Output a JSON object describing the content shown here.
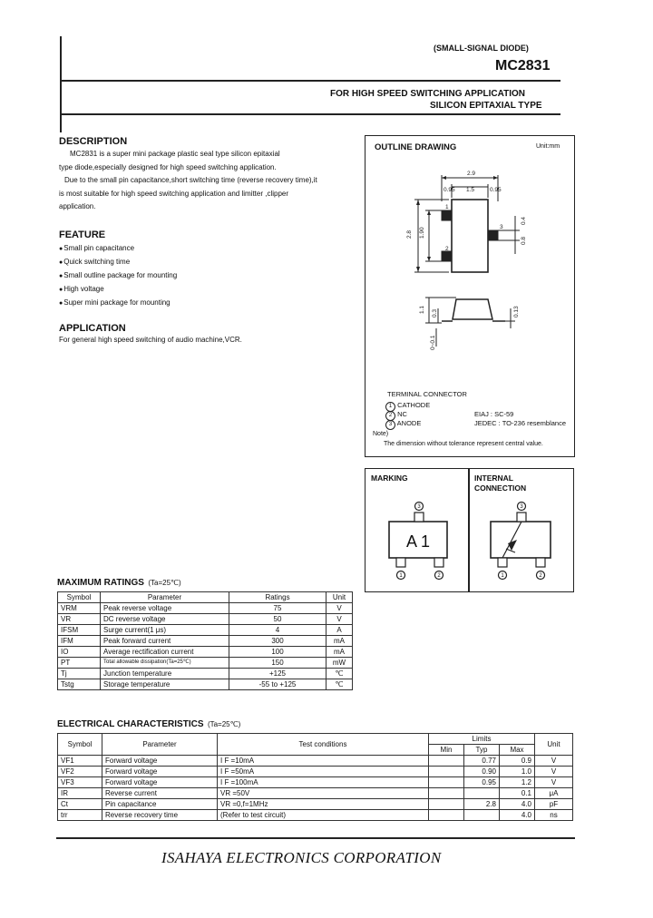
{
  "header": {
    "category": "(SMALL-SIGNAL DIODE)",
    "part_number": "MC2831",
    "application_line": "FOR HIGH SPEED SWITCHING APPLICATION",
    "type_line": "SILICON EPITAXIAL TYPE"
  },
  "description": {
    "title": "DESCRIPTION",
    "lines": [
      "MC2831 is a super mini package plastic seal type silicon epitaxial",
      "type diode,especially designed for high speed switching application.",
      "Due to the small pin capacitance,short switching time (reverse recovery time),it",
      "is most suitable for high speed switching application and limitter ,clipper",
      "application."
    ]
  },
  "feature": {
    "title": "FEATURE",
    "items": [
      "Small pin capacitance",
      "Quick switching time",
      "Small outline package for mounting",
      "High voltage",
      "Super mini package for mounting"
    ]
  },
  "application": {
    "title": "APPLICATION",
    "text": "For general high speed switching of audio machine,VCR."
  },
  "outline": {
    "title": "OUTLINE DRAWING",
    "unit": "Unit:mm",
    "dims": {
      "overall_width": "2.9",
      "pitch_left": "0.95",
      "center": "1.5",
      "pitch_right": "0.95",
      "body_height": "1.90",
      "overall_height": "2.8",
      "lead_width": "0.4",
      "lead_height": "0.8",
      "pkg_height": "1.1",
      "standoff": "0.3",
      "thickness": "0.13",
      "foot": "0~0.1"
    },
    "pin_labels": [
      "1",
      "2",
      "3"
    ],
    "terminal_title": "TERMINAL CONNECTOR",
    "terminals": [
      {
        "num": "1",
        "name": "CATHODE",
        "std": ""
      },
      {
        "num": "2",
        "name": "NC",
        "std": "EIAJ : SC-59"
      },
      {
        "num": "3",
        "name": "ANODE",
        "std": "JEDEC : TO-236 resemblance"
      }
    ],
    "note_label": "Note)",
    "note_text": "The dimension without tolerance represent central value."
  },
  "marking": {
    "title": "MARKING",
    "code": "A 1",
    "pins": [
      "3",
      "1",
      "2"
    ]
  },
  "internal": {
    "title_line1": "INTERNAL",
    "title_line2": "CONNECTION",
    "pins": [
      "3",
      "1",
      "2"
    ]
  },
  "max_ratings": {
    "title": "MAXIMUM RATINGS",
    "condition": "(Ta=25℃)",
    "headers": [
      "Symbol",
      "Parameter",
      "Ratings",
      "Unit"
    ],
    "rows": [
      {
        "symbol": "VRM",
        "parameter": "Peak reverse voltage",
        "rating": "75",
        "unit": "V"
      },
      {
        "symbol": "VR",
        "parameter": "DC reverse voltage",
        "rating": "50",
        "unit": "V"
      },
      {
        "symbol": "IFSM",
        "parameter": "Surge current(1 μs)",
        "rating": "4",
        "unit": "A"
      },
      {
        "symbol": "IFM",
        "parameter": "Peak forward current",
        "rating": "300",
        "unit": "mA"
      },
      {
        "symbol": "IO",
        "parameter": "Average rectification current",
        "rating": "100",
        "unit": "mA"
      },
      {
        "symbol": "PT",
        "parameter": "Total allowable dissipation(Ta=25℃)",
        "rating": "150",
        "unit": "mW"
      },
      {
        "symbol": "Tj",
        "parameter": "Junction temperature",
        "rating": "+125",
        "unit": "℃"
      },
      {
        "symbol": "Tstg",
        "parameter": "Storage temperature",
        "rating": "-55 to +125",
        "unit": "℃"
      }
    ]
  },
  "electrical": {
    "title": "ELECTRICAL CHARACTERISTICS",
    "condition": "(Ta=25℃)",
    "headers": {
      "symbol": "Symbol",
      "parameter": "Parameter",
      "conditions": "Test conditions",
      "limits": "Limits",
      "min": "Min",
      "typ": "Typ",
      "max": "Max",
      "unit": "Unit"
    },
    "rows": [
      {
        "symbol": "VF1",
        "parameter": "Forward voltage",
        "conditions": "I F =10mA",
        "min": "",
        "typ": "0.77",
        "max": "0.9",
        "unit": "V"
      },
      {
        "symbol": "VF2",
        "parameter": "Forward voltage",
        "conditions": "I F =50mA",
        "min": "",
        "typ": "0.90",
        "max": "1.0",
        "unit": "V"
      },
      {
        "symbol": "VF3",
        "parameter": "Forward voltage",
        "conditions": "I F =100mA",
        "min": "",
        "typ": "0.95",
        "max": "1.2",
        "unit": "V"
      },
      {
        "symbol": "IR",
        "parameter": "Reverse current",
        "conditions": "VR =50V",
        "min": "",
        "typ": "",
        "max": "0.1",
        "unit": "μA"
      },
      {
        "symbol": "Ct",
        "parameter": "Pin capacitance",
        "conditions": "VR =0,f=1MHz",
        "min": "",
        "typ": "2.8",
        "max": "4.0",
        "unit": "pF"
      },
      {
        "symbol": "trr",
        "parameter": "Reverse recovery time",
        "conditions": "(Refer to test circuit)",
        "min": "",
        "typ": "",
        "max": "4.0",
        "unit": "ns"
      }
    ]
  },
  "footer": {
    "company": "ISAHAYA ELECTRONICS CORPORATION"
  }
}
